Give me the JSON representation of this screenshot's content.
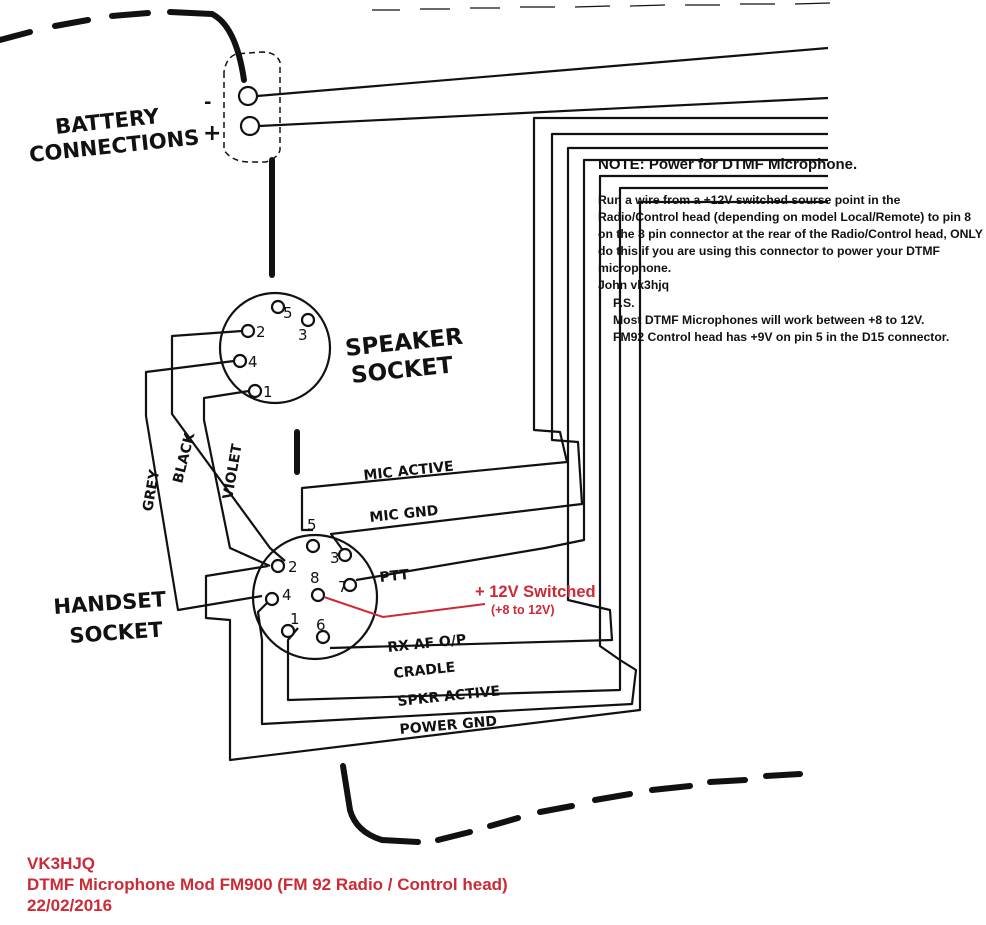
{
  "labels": {
    "battery": "BATTERY",
    "connections": "CONNECTIONS",
    "minus": "-",
    "plus": "+",
    "speaker": "SPEAKER",
    "socket": "SOCKET",
    "handset": "HANDSET",
    "handset_socket": "SOCKET",
    "grey": "GREY",
    "black": "BLACK",
    "violet": "VIOLET",
    "mic_active": "MIC ACTIVE",
    "mic_gnd": "MIC GND",
    "ptt": "PTT",
    "rx_af": "RX AF O/P",
    "cradle": "CRADLE",
    "spkr_active": "SPKR ACTIVE",
    "power_gnd": "POWER GND"
  },
  "speaker_pins": [
    "5",
    "2",
    "3",
    "4",
    "1"
  ],
  "handset_pins": [
    "5",
    "2",
    "3",
    "8",
    "7",
    "4",
    "1",
    "6"
  ],
  "note": {
    "title": "NOTE: Power for DTMF Microphone.",
    "body": "Run a wire from a +12V switched sourse point in the Radio/Control head (depending on model Local/Remote) to pin 8 on the 8 pin connector at the rear of the Radio/Control head, ONLY do this if you are using this connector to power your DTMF microphone.",
    "signature": "John vk3hjq",
    "ps_label": "P.S.",
    "ps_line1": "Most DTMF Microphones will work between +8 to 12V.",
    "ps_line2": "FM92 Control head has +9V on pin 5 in the D15 connector."
  },
  "switched": {
    "label": "+ 12V Switched",
    "range": "(+8 to 12V)"
  },
  "footer": {
    "callsign": "VK3HJQ",
    "title": "DTMF Microphone Mod FM900 (FM 92 Radio / Control head)",
    "date": "22/02/2016"
  },
  "colors": {
    "ink": "#111111",
    "annotation_red": "#cc2a36",
    "background": "#ffffff"
  }
}
